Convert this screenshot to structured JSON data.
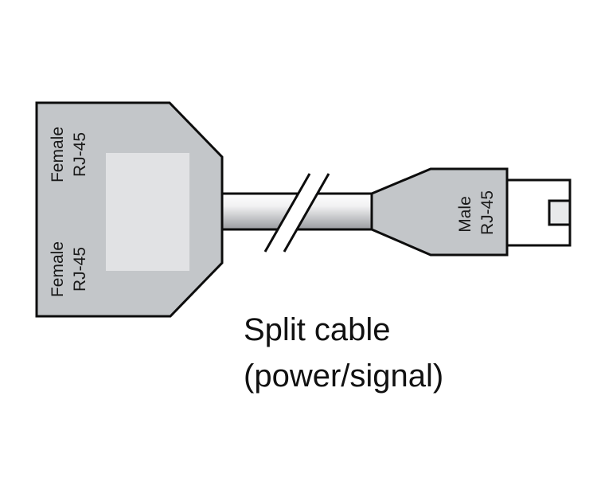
{
  "diagram": {
    "title": "Split cable diagram",
    "female_connector": {
      "top_port": {
        "line1": "Female",
        "line2": "RJ-45"
      },
      "bottom_port": {
        "line1": "Female",
        "line2": "RJ-45"
      }
    },
    "male_connector": {
      "line1": "Male",
      "line2": "RJ-45"
    },
    "caption": {
      "line1": "Split cable",
      "line2": "(power/signal)"
    },
    "colors": {
      "housing_fill": "#c3c6c9",
      "port_fill": "#e1e2e4",
      "outline": "#0d0d0d",
      "cable_light": "#ffffff",
      "cable_dark": "#9a9ca0",
      "latch_fill": "#e8e9ea"
    }
  }
}
